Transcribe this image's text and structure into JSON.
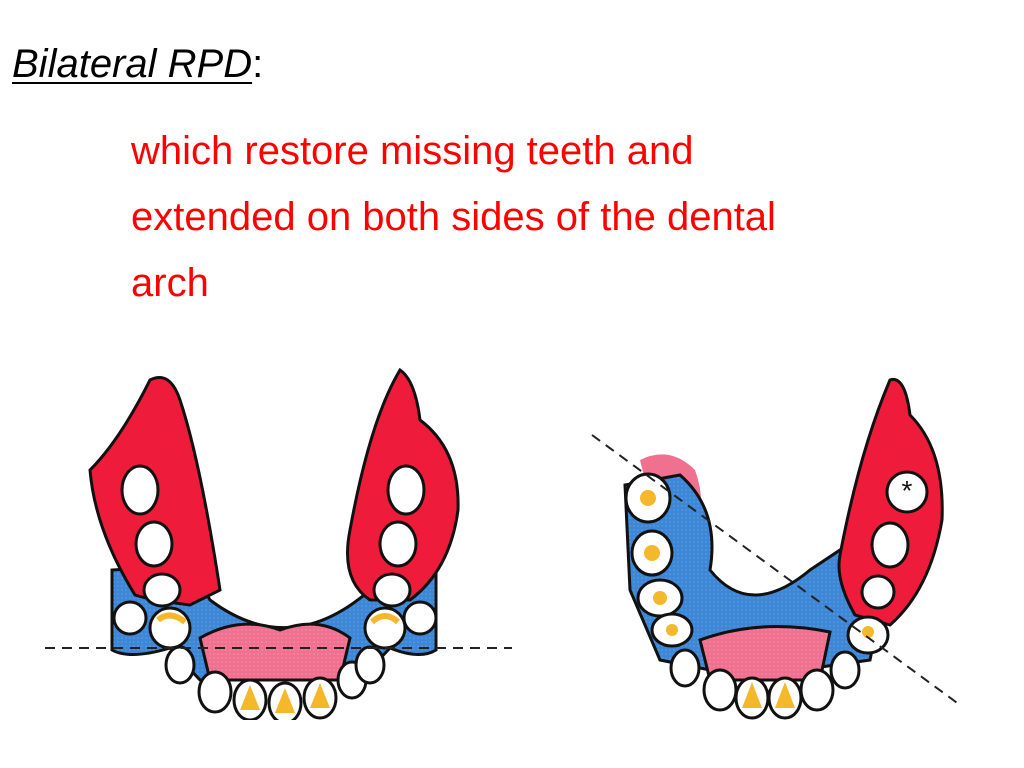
{
  "slide": {
    "title": "Bilateral RPD",
    "title_suffix": ":",
    "definition_lines": [
      "which restore missing teeth and",
      "extended on both sides of the dental",
      "arch"
    ]
  },
  "figures": [
    {
      "name": "symmetric-bilateral-rpd",
      "label": ""
    },
    {
      "name": "asymmetric-bilateral-rpd",
      "label": "",
      "marker": "*"
    }
  ],
  "colors": {
    "title": "#000000",
    "definition": "#ff0000",
    "saddle_red": "#ee1c3a",
    "connector_blue": "#3e86d6",
    "gum_pink": "#f0708a",
    "tooth_white": "#ffffff",
    "tooth_gold": "#f5b82a",
    "outline": "#111111"
  }
}
